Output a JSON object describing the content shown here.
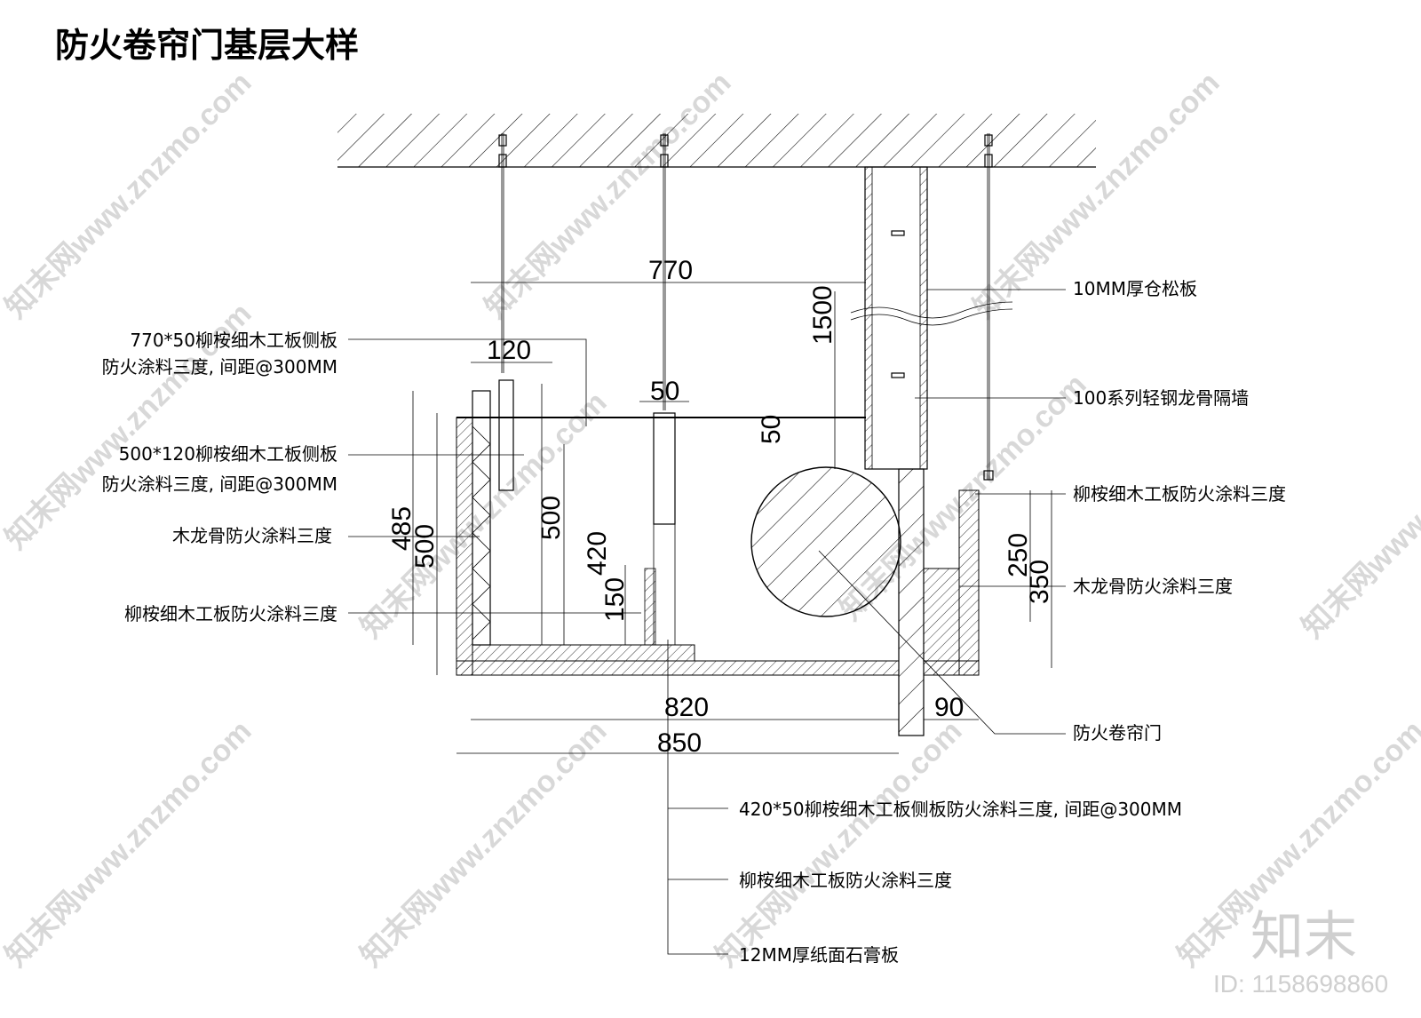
{
  "title": "防火卷帘门基层大样",
  "annotations": {
    "left_1_line1": "770*50柳桉细木工板侧板",
    "left_1_line2": "防火涂料三度, 间距@300MM",
    "left_2_line1": "500*120柳桉细木工板侧板",
    "left_2_line2": "防火涂料三度, 间距@300MM",
    "left_3": "木龙骨防火涂料三度",
    "left_4": "柳桉细木工板防火涂料三度",
    "right_1": "10MM厚仓松板",
    "right_2": "100系列轻钢龙骨隔墙",
    "right_3": "柳桉细木工板防火涂料三度",
    "right_4": "木龙骨防火涂料三度",
    "right_5": "防火卷帘门",
    "bottom_1": "420*50柳桉细木工板侧板防火涂料三度, 间距@300MM",
    "bottom_2": "柳桉细木工板防火涂料三度",
    "bottom_3": "12MM厚纸面石膏板"
  },
  "dimensions": {
    "d770": "770",
    "d120": "120",
    "d50_top": "50",
    "d50_right": "50",
    "d1500": "1500",
    "d485": "485",
    "d500_outer": "500",
    "d500_inner": "500",
    "d420": "420",
    "d150": "150",
    "d250": "250",
    "d350": "350",
    "d820": "820",
    "d850": "850",
    "d90": "90"
  },
  "watermark": {
    "text": "知末网www.znzmo.com",
    "logo": "知末",
    "id": "ID: 1158698860"
  }
}
